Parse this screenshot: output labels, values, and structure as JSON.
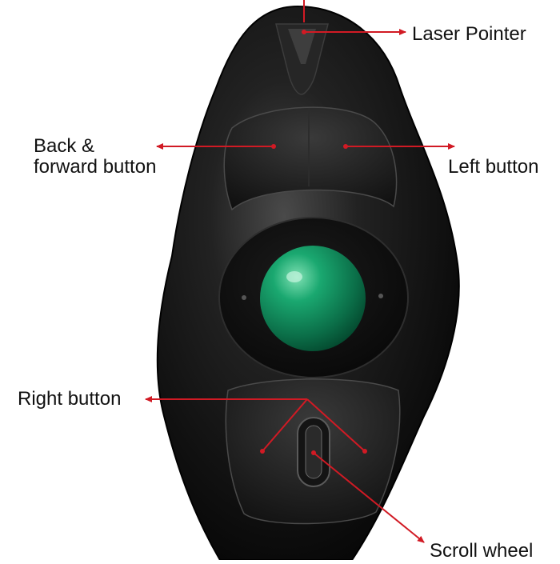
{
  "labels": {
    "laser_pointer": "Laser Pointer",
    "back_forward_line1": "Back &",
    "back_forward_line2": "forward button",
    "left_button": "Left button",
    "right_button": "Right button",
    "scroll_wheel": "Scroll wheel"
  },
  "colors": {
    "background": "#ffffff",
    "device_body": "#121212",
    "trackball": "#0f8a5c",
    "annotation_line": "#d11a24",
    "label_text": "#111111"
  }
}
